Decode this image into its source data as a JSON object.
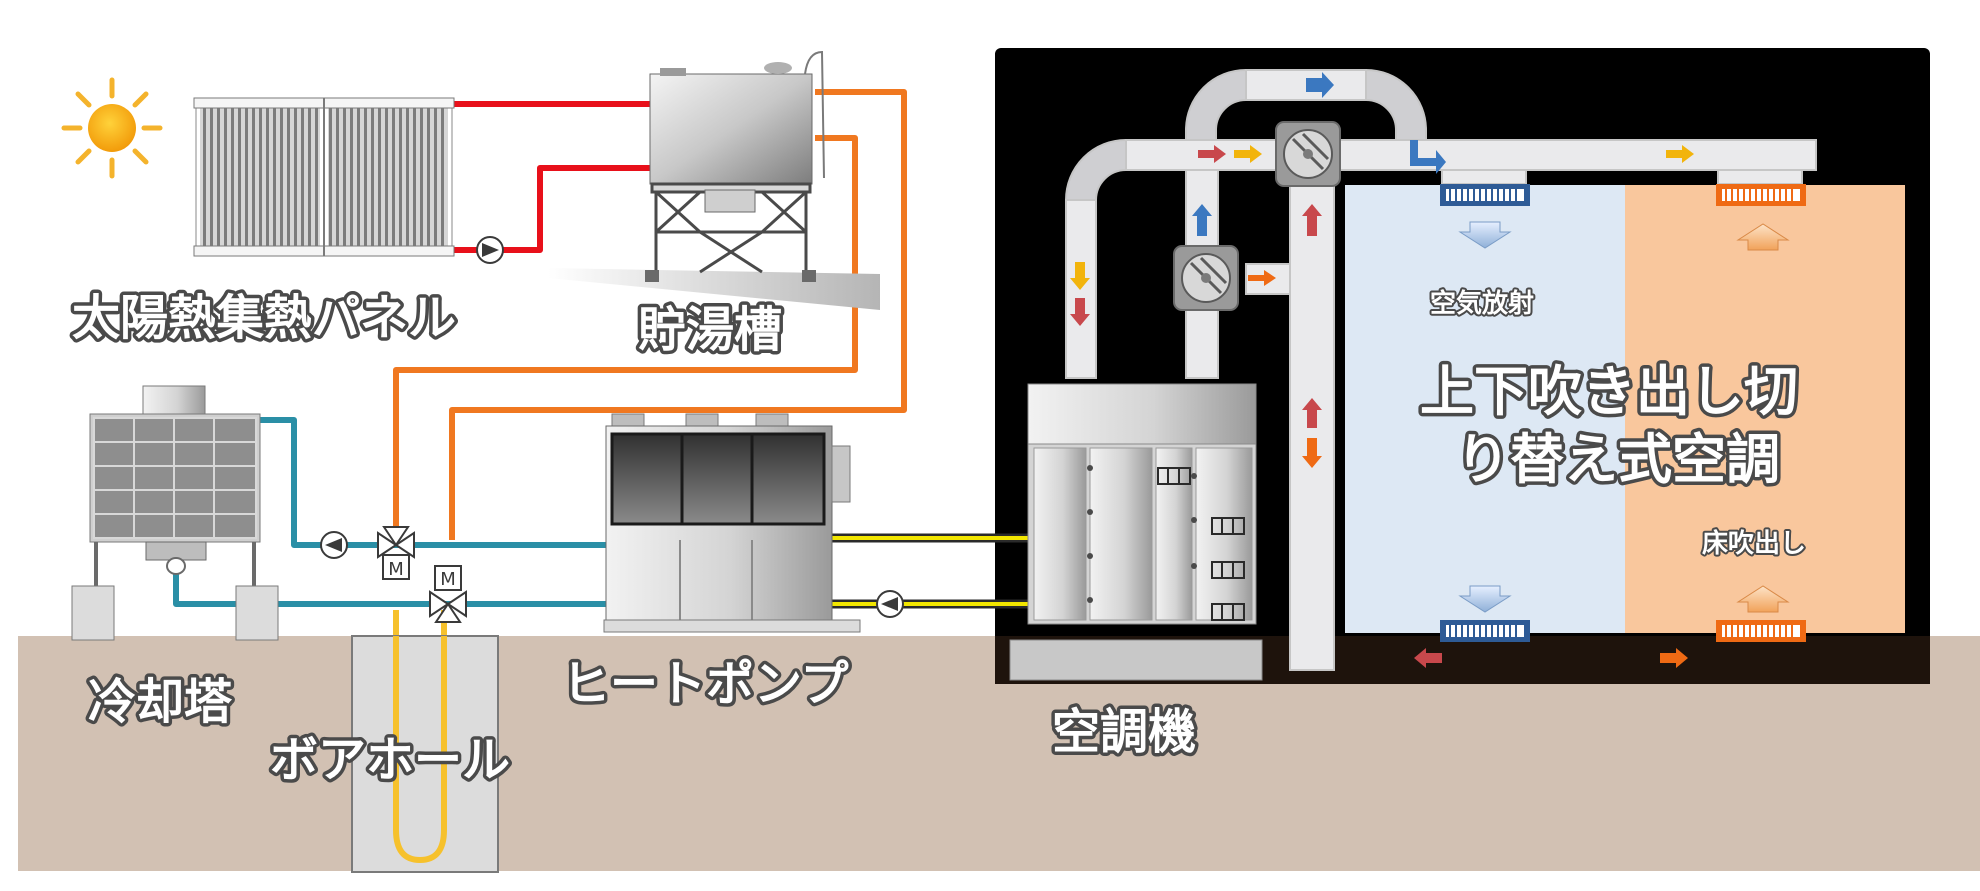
{
  "labels": {
    "solar_panel": "太陽熱集熱パネル",
    "storage_tank": "貯湯槽",
    "cooling_tower": "冷却塔",
    "borehole": "ボアホール",
    "heat_pump": "ヒートポンプ",
    "ahu": "空調機",
    "air_radiation": "空気放射",
    "system_line1": "上下吹き出し切",
    "system_line2": "り替え式空調",
    "floor_outlet": "床吹出し"
  },
  "valve_marks": {
    "valve_1": "M",
    "valve_2": "M"
  },
  "colors": {
    "hot_pipe": "#e8101a",
    "warm_pipe": "#f07820",
    "cool_pipe": "#2a8fa6",
    "ground_loop": "#f6c12c",
    "electric_line": "#f2e600",
    "ground": "#d2c1b3",
    "building": "#000000",
    "room_cool": "#dde8f4",
    "room_warm": "#f9c79d",
    "duct": "#eaeaec",
    "arrow_blue": "#3b78c0",
    "arrow_red": "#c8484c",
    "arrow_orange": "#ef6a14",
    "arrow_yellow": "#f2b40c"
  },
  "icons": [
    "sun-icon",
    "pump-icon",
    "fan-icon",
    "three-way-valve-icon",
    "airflow-arrow-icon",
    "diffuser-grille-icon"
  ]
}
